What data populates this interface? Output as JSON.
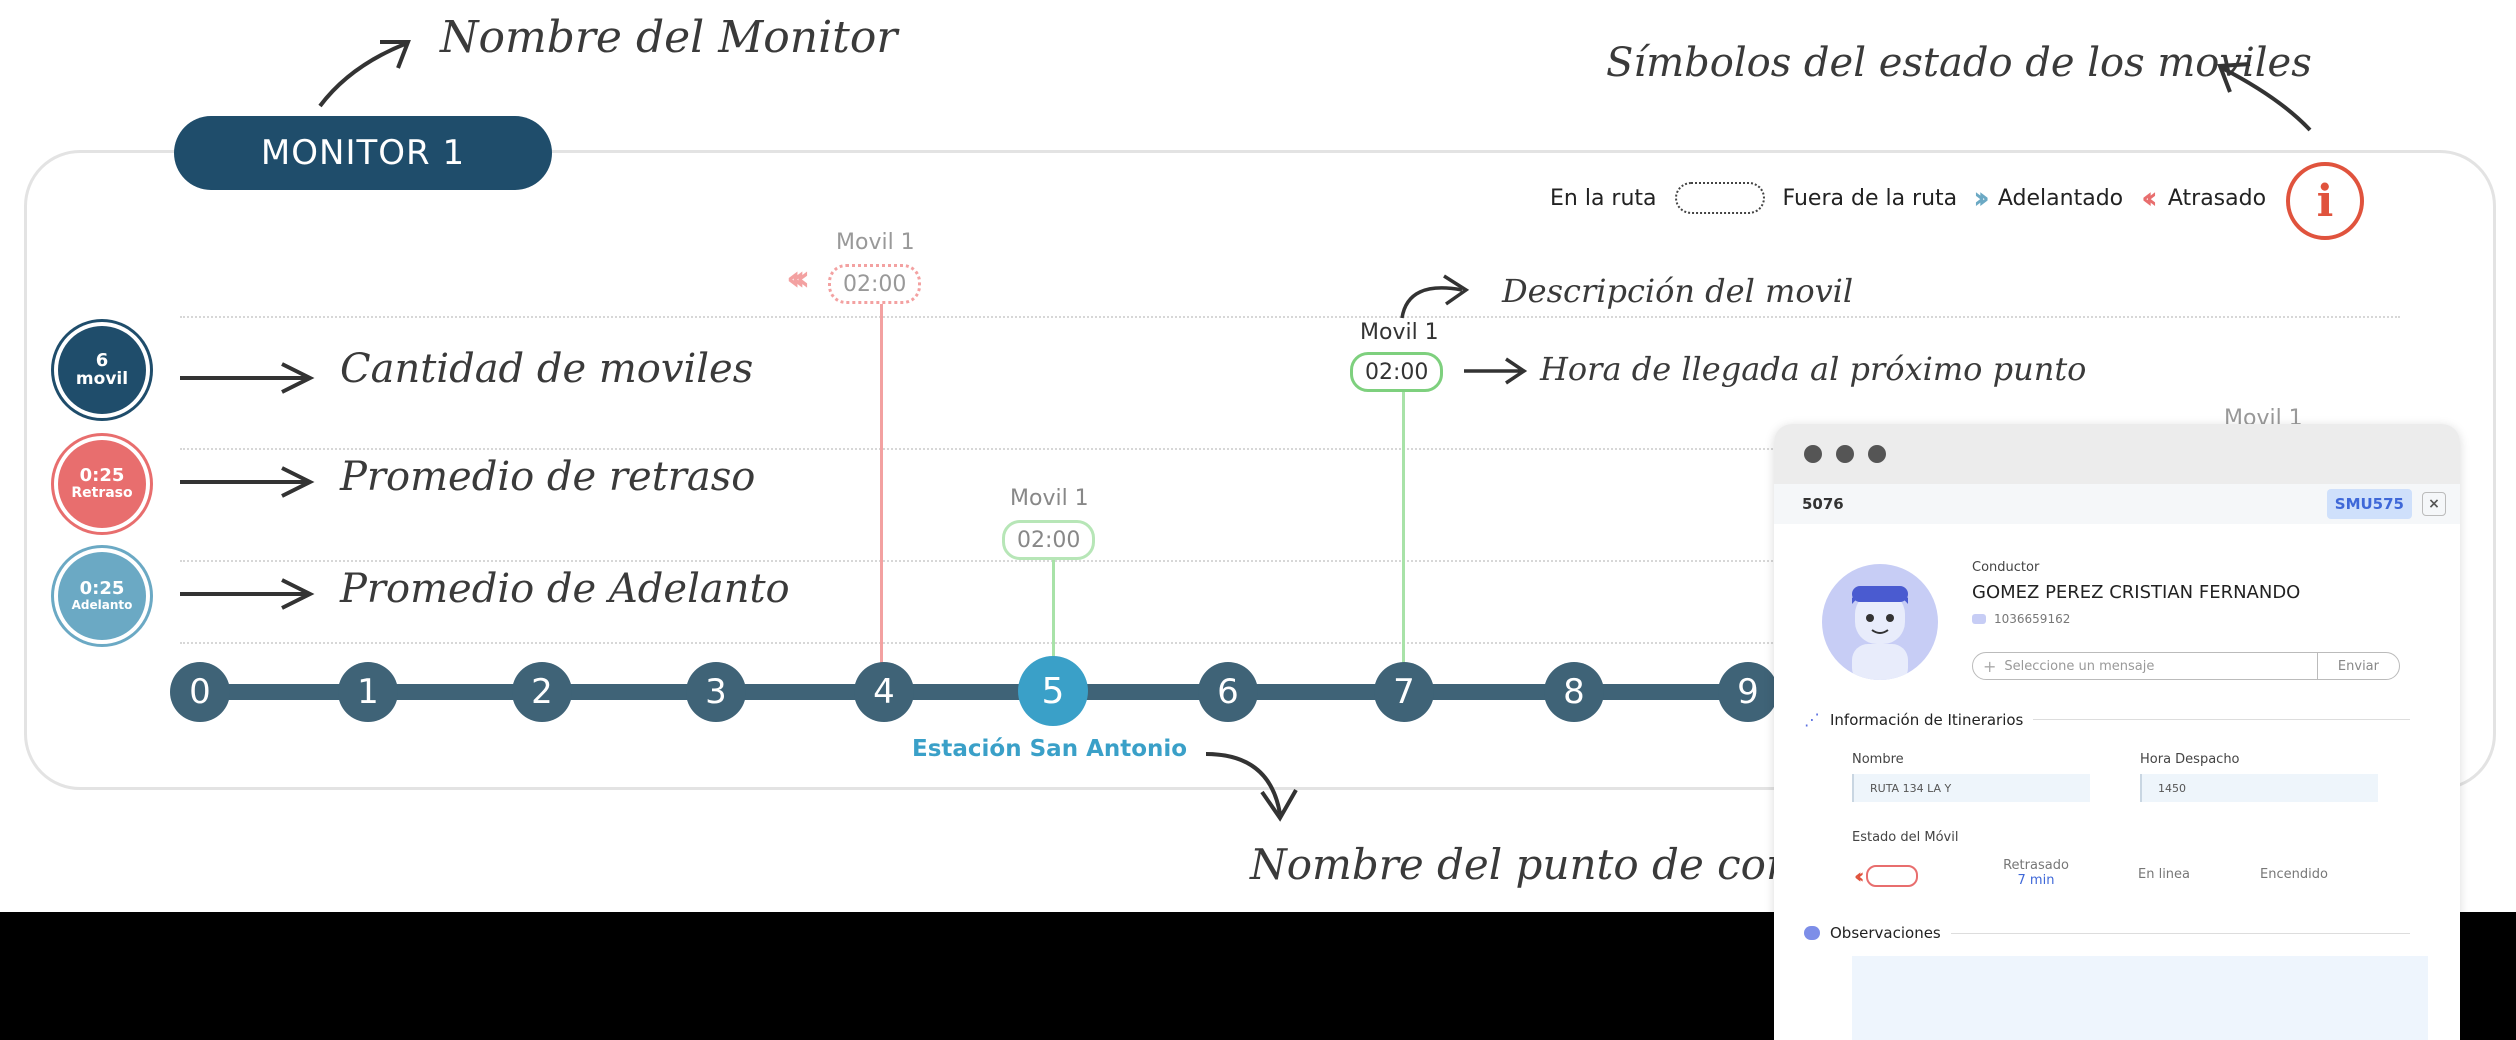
{
  "annotations": {
    "monitor_name": "Nombre del Monitor",
    "status_symbols": "Símbolos del estado de los moviles",
    "vehicle_count": "Cantidad de moviles",
    "avg_delay": "Promedio de retraso",
    "avg_advance": "Promedio de Adelanto",
    "vehicle_description": "Descripción del movil",
    "arrival_time": "Hora de llegada al próximo punto",
    "checkpoint_name": "Nombre del punto de control"
  },
  "monitor": {
    "title": "MONITOR 1"
  },
  "legend": {
    "on_route": "En la ruta",
    "off_route": "Fuera de la ruta",
    "ahead": "Adelantado",
    "behind": "Atrasado",
    "info_icon": "info-icon"
  },
  "stats": {
    "count": {
      "value": "6",
      "label": "movil"
    },
    "delay": {
      "value": "0:25",
      "label": "Retraso"
    },
    "advance": {
      "value": "0:25",
      "label": "Adelanto"
    }
  },
  "checkpoints": [
    "0",
    "1",
    "2",
    "3",
    "4",
    "5",
    "6",
    "7",
    "8",
    "9"
  ],
  "active_checkpoint": {
    "index": 5,
    "name": "Estación San Antonio"
  },
  "vehicles": [
    {
      "name": "Movil 1",
      "time": "02:00",
      "status": "off-route-behind"
    },
    {
      "name": "Movil 1",
      "time": "02:00",
      "status": "on-route"
    },
    {
      "name": "Movil 1",
      "time": "02:00",
      "status": "on-route"
    },
    {
      "name": "Movil 1",
      "time": "",
      "status": "partial"
    }
  ],
  "colors": {
    "dark": "#1f4d6b",
    "track": "#3f6377",
    "active": "#3aa0c8",
    "delay": "#e86e6e",
    "advance": "#6ba9c4",
    "green": "#7ed07e",
    "warn": "#e0533d"
  },
  "popup": {
    "id": "5076",
    "plate": "SMU575",
    "close": "×",
    "driver_label": "Conductor",
    "driver_name": "GOMEZ PEREZ CRISTIAN FERNANDO",
    "driver_phone": "1036659162",
    "message_placeholder": "Seleccione un mensaje",
    "send_label": "Enviar",
    "itinerary_title": "Información de Itinerarios",
    "name_label": "Nombre",
    "name_value": "RUTA 134 LA Y",
    "dispatch_label": "Hora Despacho",
    "dispatch_value": "1450",
    "status_title": "Estado del Móvil",
    "status_delayed": "Retrasado",
    "status_delayed_value": "7 min",
    "status_online": "En linea",
    "status_on": "Encendido",
    "observations_title": "Observaciones"
  }
}
